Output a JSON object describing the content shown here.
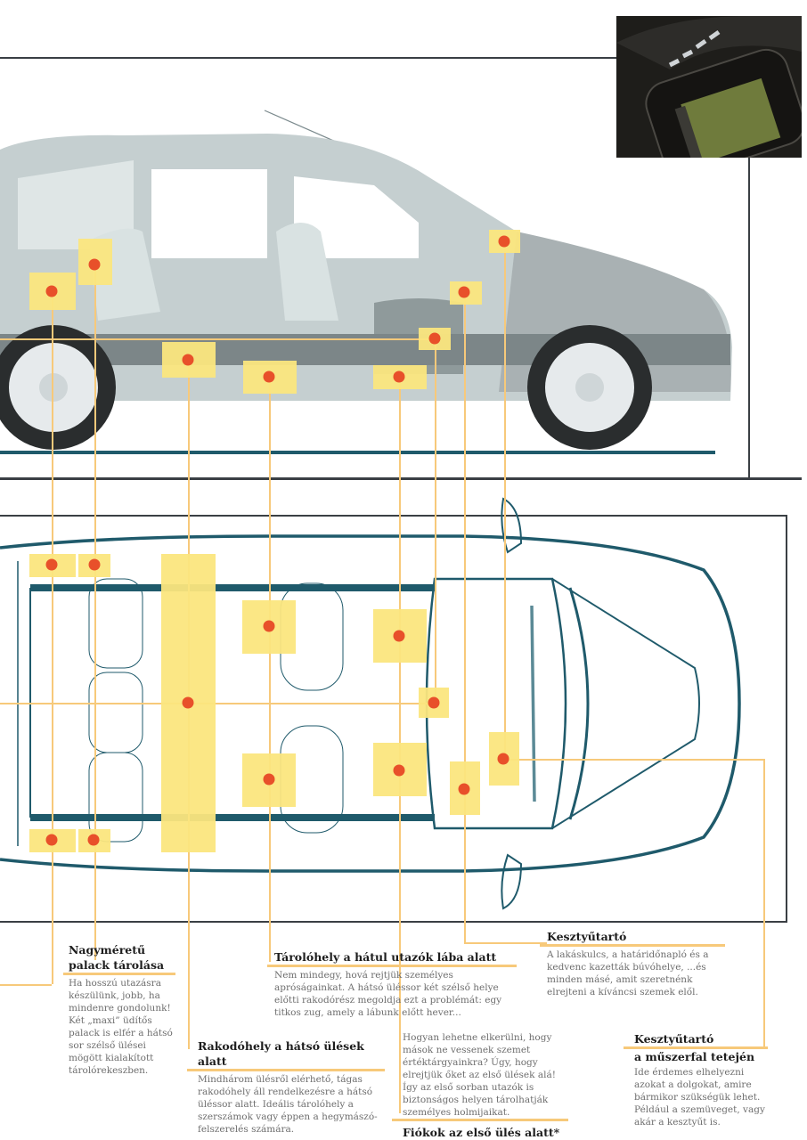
{
  "page": {
    "accent_colors": {
      "leader_line": "#f7c97a",
      "marker_fill": "#fbe67e",
      "marker_dot": "#e8502a",
      "diagram_stroke": "#1f5a6b",
      "frame": "#3a3f44"
    }
  },
  "images": {
    "photo": "glovebox-on-dashboard-photo",
    "side_view": "car-side-view-cutaway-photo",
    "top_view": "car-top-view-line-diagram"
  },
  "callouts": [
    {
      "id": "bottle-storage",
      "title_line1": "Nagyméretű",
      "title_line2": "palack tárolása",
      "body": "Ha hosszú utazásra készülünk, jobb, ha mindenre gondolunk! Két „maxi” üdítős palack is elfér a hátsó sor szélső ülései mögött kialakított tárolórekeszben."
    },
    {
      "id": "rear-footwell",
      "title": "Tárolóhely a hátul utazók lába alatt",
      "body": "Nem mindegy, hová rejtjük személyes apróságainkat. A hátsó üléssor két szélső helye előtti rakodórész megoldja ezt a problémát: egy titkos zug, amely a lábunk előtt hever..."
    },
    {
      "id": "under-rear-seats",
      "title": "Rakodóhely a hátsó ülések alatt",
      "body": "Mindhárom ülésről elérhető, tágas rakodóhely áll rendelkezésre a hátsó üléssor alatt. Ideális tárolóhely a szerszámok vagy éppen a hegymászó-felszerelés számára."
    },
    {
      "id": "glovebox",
      "title": "Kesztyűtartó",
      "body": "A lakáskulcs, a határidőnapló és a kedvenc kazetták búvóhelye, ...és minden másé, amit szeretnénk elrejteni a kíváncsi szemek elől."
    },
    {
      "id": "front-seat-drawers",
      "title": "Fiókok az első ülés alatt*",
      "body": "Hogyan lehetne elkerülni, hogy mások ne vessenek szemet értéktárgyainkra? Úgy, hogy elrejtjük őket az első ülések alá! Így az első sorban utazók is biztonságos helyen tárolhatják személyes holmijaikat."
    },
    {
      "id": "dashboard-glovebox",
      "title_line1": "Kesztyűtartó",
      "title_line2": "a műszerfal tetején",
      "body": "Ide érdemes elhelyezni azokat a dolgokat, amire bármikor szükségük lehet. Például a szemüveget, vagy akár a kesztyűt is."
    }
  ],
  "markers_side_view": [
    {
      "name": "trunk-side-bin"
    },
    {
      "name": "rear-seat-bottle-holder"
    },
    {
      "name": "under-rear-seat-compartment"
    },
    {
      "name": "rear-footwell-compartment"
    },
    {
      "name": "front-seat-drawer"
    },
    {
      "name": "center-console-tray"
    },
    {
      "name": "glovebox"
    },
    {
      "name": "dashboard-top-glovebox"
    }
  ],
  "markers_top_view": [
    {
      "name": "trunk-left-bin"
    },
    {
      "name": "bottle-left"
    },
    {
      "name": "trunk-right-bin"
    },
    {
      "name": "bottle-right"
    },
    {
      "name": "under-rear-seat-compartment"
    },
    {
      "name": "rear-footwell-left"
    },
    {
      "name": "rear-footwell-right"
    },
    {
      "name": "front-seat-drawer-left"
    },
    {
      "name": "front-seat-drawer-right"
    },
    {
      "name": "center-console-tray"
    },
    {
      "name": "glovebox"
    },
    {
      "name": "dashboard-top-glovebox"
    }
  ]
}
